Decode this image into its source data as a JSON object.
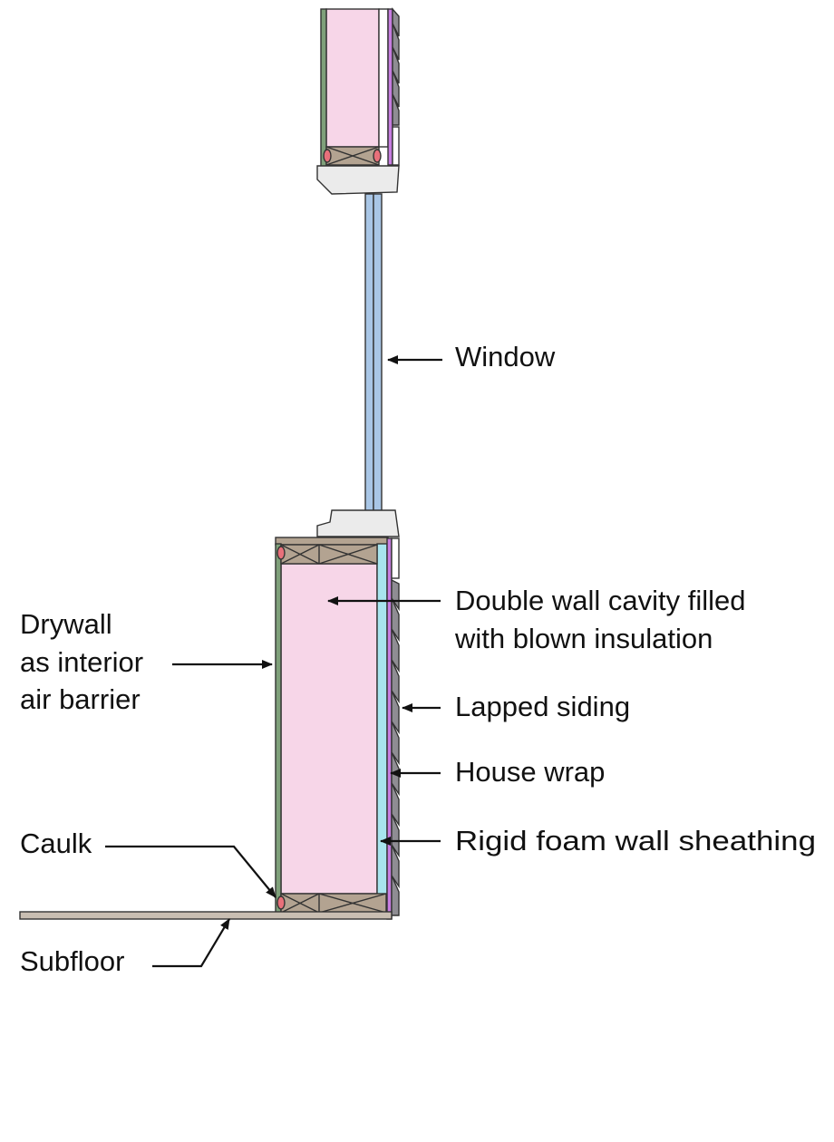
{
  "labels": {
    "window": "Window",
    "cavity_line1": "Double wall cavity filled",
    "cavity_line2": "with blown insulation",
    "drywall_line1": "Drywall",
    "drywall_line2": "as interior",
    "drywall_line3": "air barrier",
    "siding": "Lapped siding",
    "wrap": "House wrap",
    "foam": "Rigid foam wall sheathing",
    "caulk": "Caulk",
    "subfloor": "Subfloor"
  },
  "colors": {
    "insulation": "#f7d6e8",
    "lumber": "#b3a391",
    "drywall": "#7fa07a",
    "rigid_foam": "#a8e4ee",
    "house_wrap": "#c77de0",
    "siding": "#8f8d93",
    "glass": "#a9c6e6",
    "caulk": "#e8707a",
    "window_frame": "#ebebeb",
    "subfloor": "#c9beb2"
  }
}
